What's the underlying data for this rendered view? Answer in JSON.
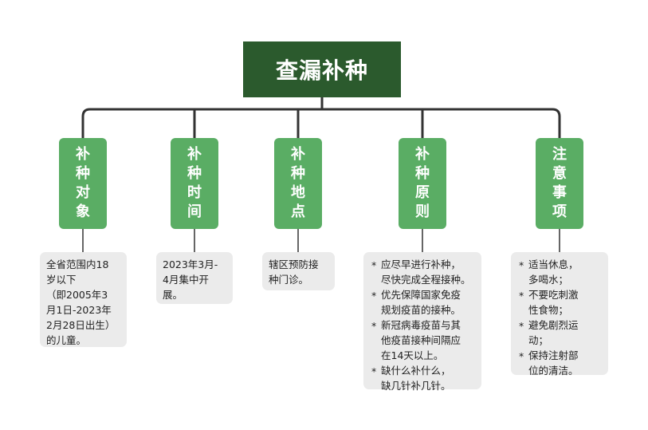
{
  "title": "查漏补种",
  "categories": [
    {
      "chars": [
        "补",
        "种",
        "对",
        "象"
      ]
    },
    {
      "chars": [
        "补",
        "种",
        "时",
        "间"
      ]
    },
    {
      "chars": [
        "补",
        "种",
        "地",
        "点"
      ]
    },
    {
      "chars": [
        "补",
        "种",
        "原",
        "则"
      ]
    },
    {
      "chars": [
        "注",
        "意",
        "事",
        "项"
      ]
    }
  ],
  "notes": {
    "target": [
      "全省范围内18",
      "岁以下",
      "（即2005年3",
      "月1日-2023年",
      "2月28日出生）",
      "的儿童。"
    ],
    "time": [
      "2023年3月-",
      "4月集中开",
      "展。"
    ],
    "place": [
      "辖区预防接",
      "种门诊。"
    ],
    "principle": [
      [
        "应尽早进行补种，",
        "尽快完成全程接种。"
      ],
      [
        "优先保障国家免疫",
        "规划疫苗的接种。"
      ],
      [
        "新冠病毒疫苗与其",
        "他疫苗接种间隔应",
        "在14天以上。"
      ],
      [
        "缺什么补什么，",
        "缺几针补几针。"
      ]
    ],
    "notice": [
      [
        "适当休息，",
        "多喝水；"
      ],
      [
        "不要吃刺激",
        "性食物；"
      ],
      [
        "避免剧烈运",
        "动；"
      ],
      [
        "保持注射部",
        "位的清洁。"
      ]
    ]
  },
  "colors": {
    "title_bg": "#2b5a2d",
    "category_bg": "#5aad64",
    "note_bg": "#ebebeb",
    "line": "#333333"
  }
}
